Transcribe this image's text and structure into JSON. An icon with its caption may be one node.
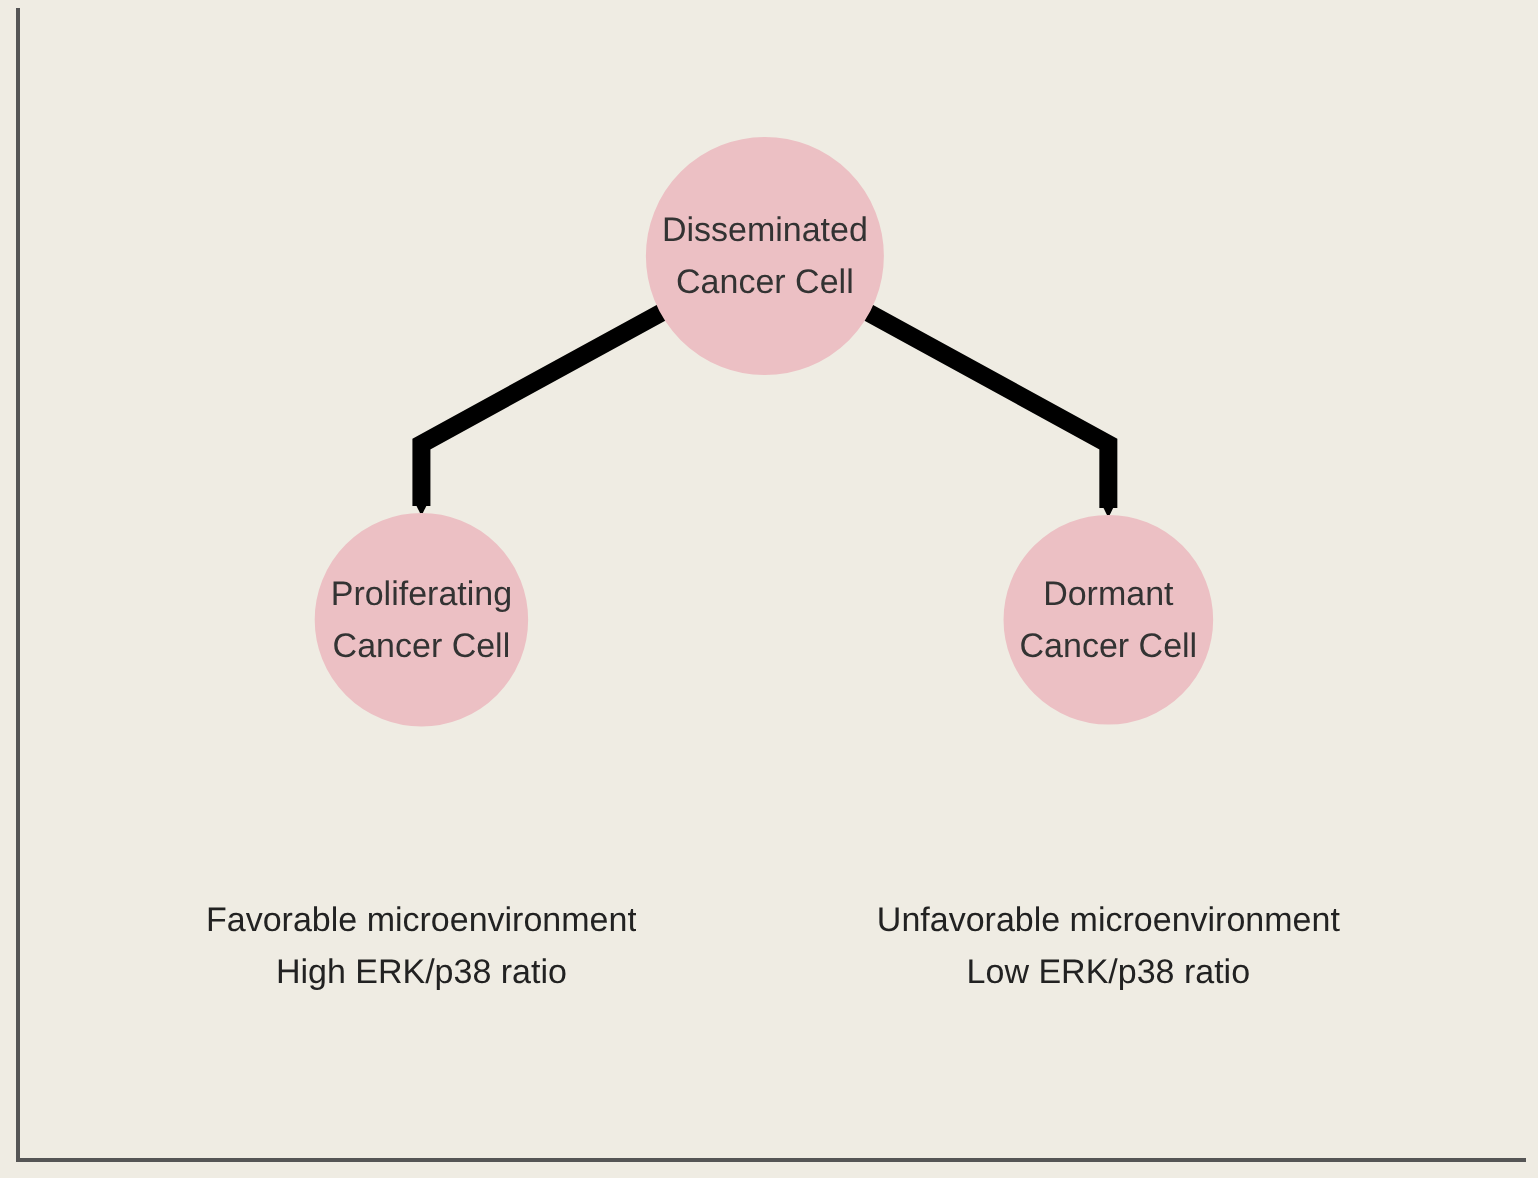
{
  "diagram": {
    "nodes": [
      {
        "text": [
          "Disseminated Cancer Cell"
        ]
      },
      {
        "text": [
          "Proliferating Cancer Cell"
        ],
        "beside": [
          "Favorable microenvironment",
          "High ERK/p38 ratio"
        ]
      },
      {
        "text": [
          "Dormant Cancer Cell"
        ],
        "beside": [
          "Unfavorable microenvironment",
          "Low ERK/p38 ratio"
        ]
      }
    ],
    "edges": [
      {
        "from": 0,
        "to": 1,
        "arrow": "to"
      },
      {
        "from": 0,
        "to": 2,
        "arrow": "to"
      }
    ]
  }
}
